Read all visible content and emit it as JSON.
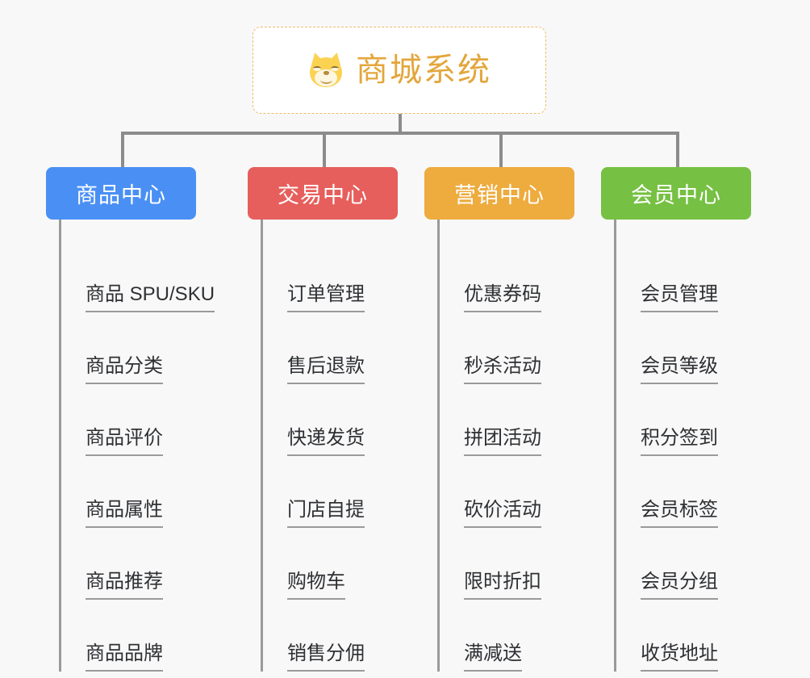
{
  "root": {
    "title": "商城系统",
    "icon": "shiba-dog-icon",
    "border_color": "#edbb6a",
    "title_color": "#e3a63c",
    "background": "#ffffff"
  },
  "canvas": {
    "background": "#f8f8f8",
    "connector_color": "#8c8c8c"
  },
  "categories": [
    {
      "label": "商品中心",
      "color": "#4a90f4",
      "items": [
        "商品 SPU/SKU",
        "商品分类",
        "商品评价",
        "商品属性",
        "商品推荐",
        "商品品牌"
      ]
    },
    {
      "label": "交易中心",
      "color": "#e65f5c",
      "items": [
        "订单管理",
        "售后退款",
        "快递发货",
        "门店自提",
        "购物车",
        "销售分佣"
      ]
    },
    {
      "label": "营销中心",
      "color": "#eeab3e",
      "items": [
        "优惠券码",
        "秒杀活动",
        "拼团活动",
        "砍价活动",
        "限时折扣",
        "满减送"
      ]
    },
    {
      "label": "会员中心",
      "color": "#76c043",
      "items": [
        "会员管理",
        "会员等级",
        "积分签到",
        "会员标签",
        "会员分组",
        "收货地址"
      ]
    }
  ]
}
